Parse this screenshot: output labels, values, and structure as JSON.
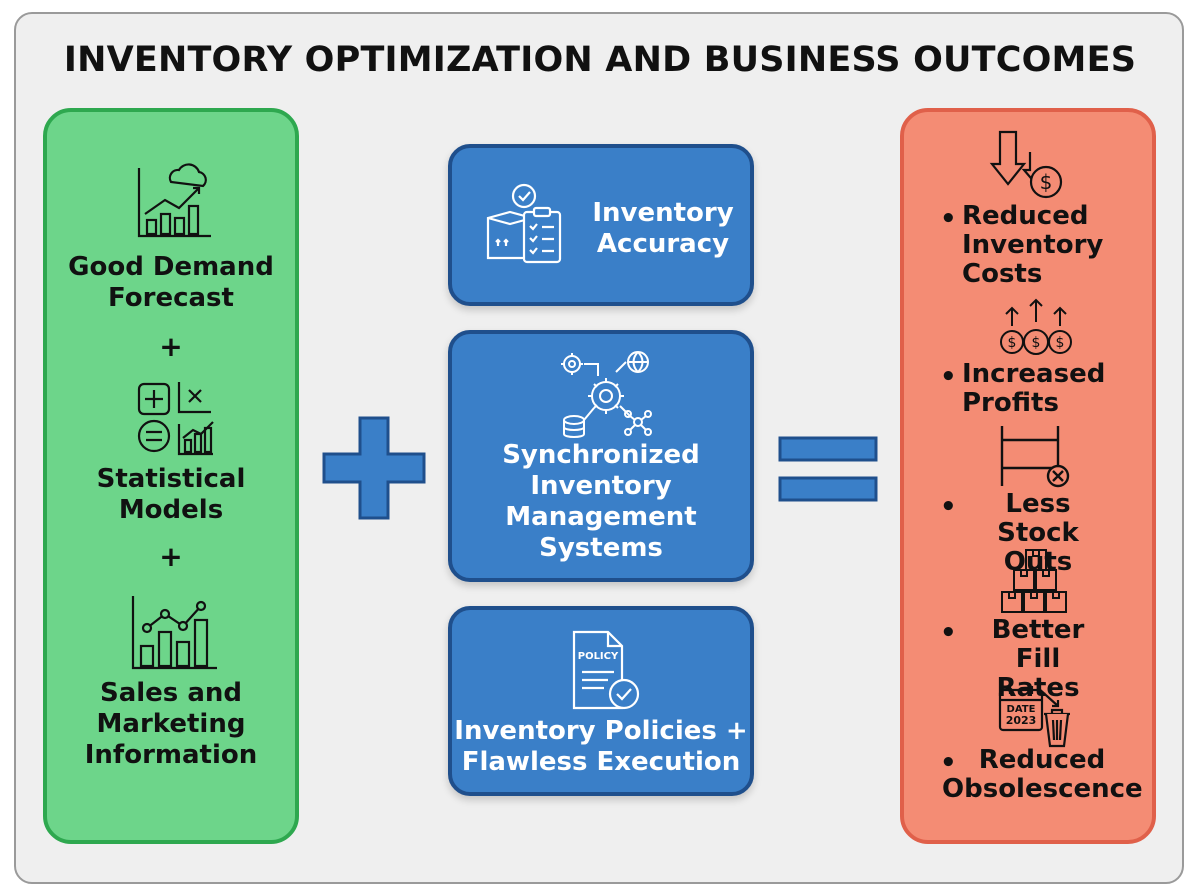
{
  "title": "INVENTORY OPTIMIZATION AND BUSINESS OUTCOMES",
  "left_panel": {
    "items": [
      {
        "label": "Good Demand Forecast",
        "line1": "Good Demand",
        "line2": "Forecast",
        "icon": "forecast-chart-cloud-icon"
      },
      {
        "label": "Statistical Models",
        "line1": "Statistical",
        "line2": "Models",
        "icon": "math-symbols-icon"
      },
      {
        "label": "Sales and Marketing Information",
        "line1": "Sales and",
        "line2": "Marketing",
        "line3": "Information",
        "icon": "line-bar-chart-icon"
      }
    ],
    "plus": "+"
  },
  "operator_plus": "+",
  "operator_equals": "=",
  "middle_panel": {
    "boxes": [
      {
        "line1": "Inventory",
        "line2": "Accuracy",
        "icon": "box-clipboard-check-icon"
      },
      {
        "line1": "Synchronized",
        "line2": "Inventory",
        "line3": "Management",
        "line4": "Systems",
        "icon": "gears-network-icon"
      },
      {
        "line1": "Inventory Policies +",
        "line2": "Flawless Execution",
        "icon": "policy-document-icon",
        "icon_text": "POLICY"
      }
    ]
  },
  "right_panel": {
    "bullet": "•",
    "items": [
      {
        "line1": "Reduced",
        "line2": "Inventory",
        "line3": "Costs",
        "icon": "down-arrow-dollar-icon"
      },
      {
        "line1": "Increased",
        "line2": "Profits",
        "icon": "coins-up-arrows-icon"
      },
      {
        "line1": "Less Stock",
        "line2": "Outs",
        "icon": "empty-shelf-icon"
      },
      {
        "line1": "Better Fill",
        "line2": "Rates",
        "icon": "stacked-boxes-icon"
      },
      {
        "line1": "Reduced",
        "line2": "Obsolescence",
        "icon": "calendar-trash-icon",
        "icon_text": "DATE 2023"
      }
    ]
  },
  "calendar": {
    "word": "DATE",
    "year": "2023"
  },
  "colors": {
    "green_fill": "#6dd58a",
    "green_border": "#2ea84f",
    "blue_fill": "#3a7fc8",
    "blue_border": "#1f4f8c",
    "orange_fill": "#f48c74",
    "orange_border": "#e0604a"
  }
}
